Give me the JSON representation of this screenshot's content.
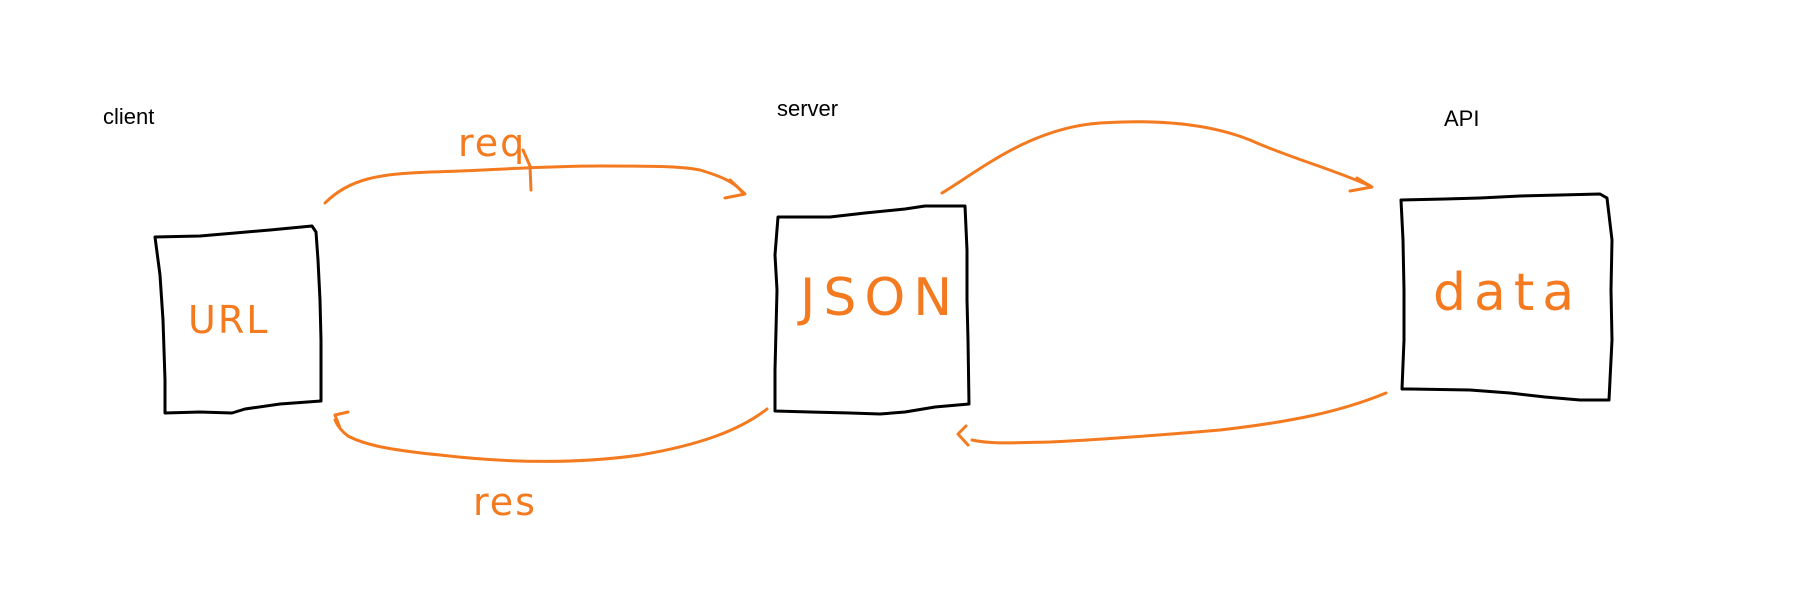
{
  "nodes": {
    "client": {
      "title": "client",
      "content": "URL"
    },
    "server": {
      "title": "server",
      "content": "JSON"
    },
    "api": {
      "title": "API",
      "content": "data"
    }
  },
  "edges": {
    "client_to_server": {
      "label": "req"
    },
    "server_to_client": {
      "label": "res"
    },
    "server_to_api": {
      "label": ""
    },
    "api_to_server": {
      "label": ""
    }
  },
  "colors": {
    "box_stroke": "#000000",
    "annotation": "#f47a20",
    "background": "#ffffff"
  }
}
